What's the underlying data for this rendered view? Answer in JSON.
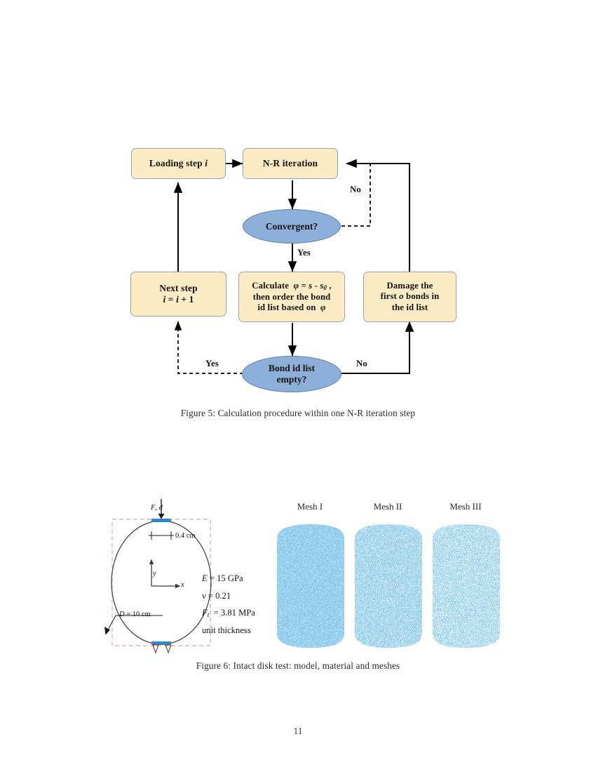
{
  "page": {
    "number": "11",
    "background": "#ffffff"
  },
  "colors": {
    "box_fill": "#fcecc6",
    "box_border": "#9aa3ad",
    "ellipse_fill": "#8cb0da",
    "ellipse_border": "#5f7ea8",
    "arrow": "#000000",
    "mesh_particle": "#4aaee0",
    "mesh_fill": "#bfe2f5",
    "boundary_dashed": "#e8a0aa",
    "platen": "#2f87c8",
    "text": "#16130d"
  },
  "figure5": {
    "caption": "Figure 5: Calculation procedure within one N-R iteration step",
    "nodes": [
      {
        "id": "loading-step",
        "shape": "box",
        "label": "Loading step i"
      },
      {
        "id": "nr-iteration",
        "shape": "box",
        "label": "N-R iteration"
      },
      {
        "id": "convergent",
        "shape": "ellipse",
        "label": "Convergent?"
      },
      {
        "id": "next-step",
        "shape": "box",
        "label": "Next step i = i + 1"
      },
      {
        "id": "calculate",
        "shape": "box",
        "label": "Calculate φ = s - s0, then order the bond id list based on φ"
      },
      {
        "id": "damage",
        "shape": "box",
        "label": "Damage the first o bonds in the id list"
      },
      {
        "id": "bond-id-list",
        "shape": "ellipse",
        "label": "Bond id list empty?"
      }
    ],
    "edge_labels": {
      "convergent_no": "No",
      "convergent_yes": "Yes",
      "bondlist_yes": "Yes",
      "bondlist_no": "No"
    }
  },
  "figure6": {
    "caption": "Figure 6: Intact disk test: model, material and meshes",
    "model": {
      "load_label": "F, d",
      "platen_width_label": "0.4 cm",
      "diameter_label": "D = 10 cm",
      "axis_x": "x",
      "axis_y": "y"
    },
    "material": {
      "youngs_modulus": "E = 15 GPa",
      "poissons_ratio": "ν = 0.21",
      "tensile_strength": "Ft = 3.81 MPa",
      "thickness": "unit thickness"
    },
    "meshes": [
      {
        "id": "mesh-1",
        "label": "Mesh I",
        "density": "fine"
      },
      {
        "id": "mesh-2",
        "label": "Mesh II",
        "density": "medium"
      },
      {
        "id": "mesh-3",
        "label": "Mesh III",
        "density": "coarse"
      }
    ]
  }
}
